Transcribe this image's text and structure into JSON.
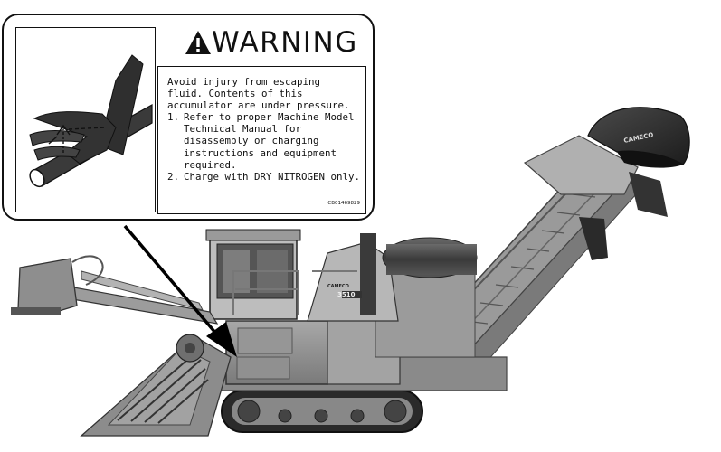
{
  "decal": {
    "header": "WARNING",
    "intro": "Avoid injury from escaping fluid. Contents of this accumulator are under pressure.",
    "steps": [
      {
        "num": "1.",
        "text": "Refer to proper Machine Model Technical Manual for disassembly or charging instructions and equipment required."
      },
      {
        "num": "2.",
        "text": "Charge with DRY NITROGEN only."
      }
    ],
    "part_number": "CB01469829"
  },
  "machine": {
    "badge_brand": "CAMECO",
    "badge_model": "3510",
    "hood_brand": "CAMECO"
  },
  "colors": {
    "ink": "#111111",
    "machine_mid": "#8f8f8f",
    "machine_dark": "#3a3a3a",
    "machine_light": "#c4c4c4"
  },
  "icons": [
    "warning-triangle-icon",
    "hand-injection-pictogram",
    "leader-arrow"
  ]
}
